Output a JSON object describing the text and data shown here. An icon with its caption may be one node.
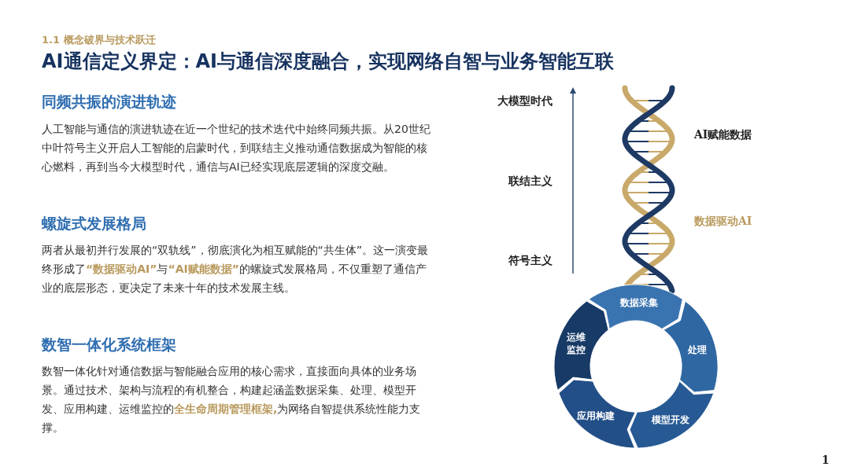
{
  "diagram": {
    "title": "AI通信定义界定：AI与通信深度融合，实现网络自智与业务智能互联",
    "nodes": [
      {
        "text": [
          "数据采集"
        ]
      },
      {
        "text": [
          "处理"
        ]
      },
      {
        "text": [
          "模型开发"
        ]
      },
      {
        "text": [
          "应用构建"
        ]
      },
      {
        "text": [
          "运维监控"
        ]
      }
    ],
    "edges": [],
    "labels": [
      "1.1 概念破界与技术跃迁",
      "同频共振的演进轨迹",
      "人工智能与通信的演进轨迹在近一个世纪的技术迭代中始终同频共振。从20世纪中叶符号主义开启人工智能的启蒙时代，到联结主义推动通信数据成为智能的核心燃料，再到当今大模型时代，通信与AI已经实现底层逻辑的深度交融。",
      "大模型时代",
      "AI赋能数据",
      "联结主义",
      "螺旋式发展格局",
      "数据驱动AI",
      "两者从最初并行发展的“双轨线”，彻底演化为相互赋能的“共生体”。这一演变最终形成了**“数据驱动AI”**与**“AI赋能数据”**的螺旋式发展格局，不仅重塑了通信产业的底层形态，更决定了未来十年的技术发展主线。",
      "符号主义",
      "数智一体化系统框架",
      "数智一体化针对通信数据与智能融合应用的核心需求，直接面向具体的业务场景。通过技术、架构与流程的有机整合，构建起涵盖数据采集、处理、模型开发、应用构建、运维监控的**全生命周期管理框架,**为网络自智提供系统性能力支撑。",
      "1"
    ]
  }
}
